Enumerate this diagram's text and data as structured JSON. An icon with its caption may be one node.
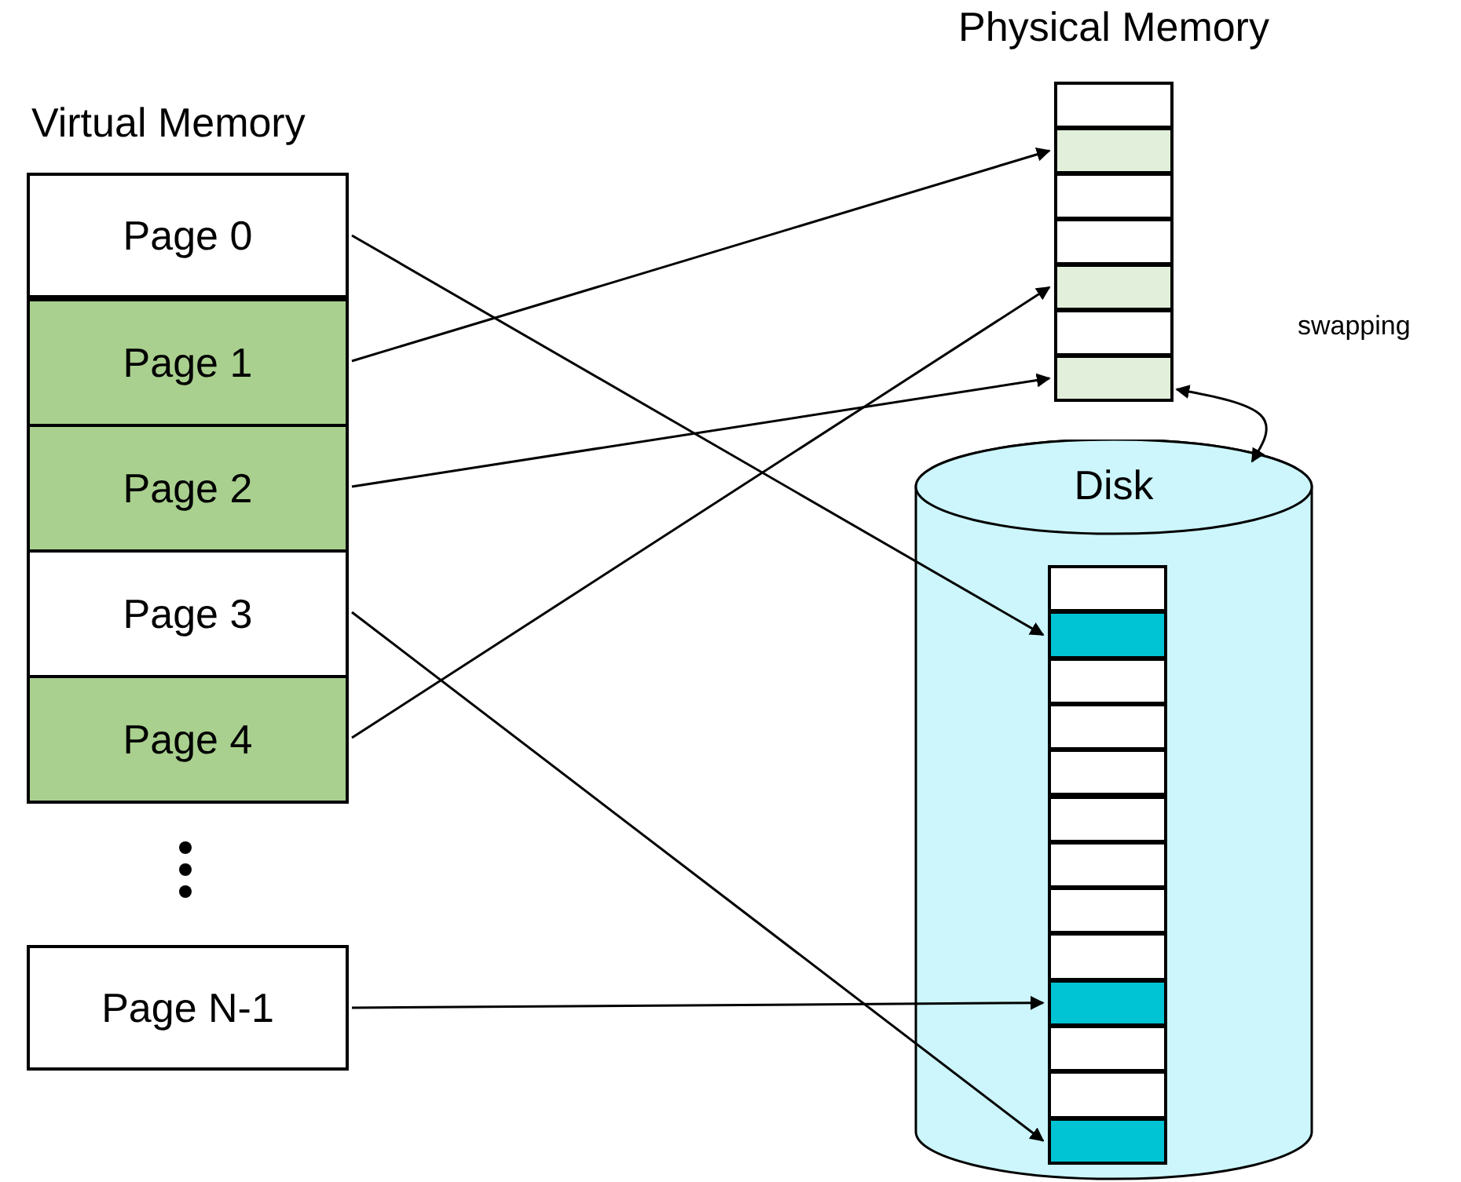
{
  "diagram": {
    "nodes": [
      {
        "text": [
          "Page 0"
        ]
      },
      {
        "text": [
          "Page 1"
        ]
      },
      {
        "text": [
          "Page 2"
        ]
      },
      {
        "text": [
          "Page 3"
        ]
      },
      {
        "text": [
          "Page 4"
        ]
      },
      {
        "text": [
          "Page N-1"
        ]
      },
      {
        "text": [
          "Physical Memory"
        ]
      },
      {
        "text": [],
        "shape": "box",
        "in": 6
      },
      {
        "text": [],
        "shape": "box",
        "in": 6
      },
      {
        "text": [],
        "shape": "box",
        "in": 6
      },
      {
        "text": [],
        "shape": "box",
        "in": 6
      },
      {
        "text": [],
        "shape": "box",
        "in": 6
      },
      {
        "text": [],
        "shape": "box",
        "in": 6
      },
      {
        "text": [],
        "shape": "box",
        "in": 6
      },
      {
        "text": [
          "Disk"
        ]
      },
      {
        "text": [],
        "shape": "box",
        "in": 14
      },
      {
        "text": [],
        "shape": "box",
        "in": 14
      },
      {
        "text": [],
        "shape": "box",
        "in": 14
      },
      {
        "text": [],
        "shape": "box",
        "in": 14
      },
      {
        "text": [],
        "shape": "box",
        "in": 14
      },
      {
        "text": [],
        "shape": "box",
        "in": 14
      },
      {
        "text": [],
        "shape": "box",
        "in": 14
      },
      {
        "text": [],
        "shape": "box",
        "in": 14
      },
      {
        "text": [],
        "shape": "box",
        "in": 14
      },
      {
        "text": [],
        "shape": "box",
        "in": 14
      },
      {
        "text": [],
        "shape": "box",
        "in": 14
      },
      {
        "text": [],
        "shape": "box",
        "in": 14
      },
      {
        "text": [],
        "shape": "box",
        "in": 14
      }
    ],
    "edges": [
      {
        "from": 0,
        "to": 16,
        "arrow": "to"
      },
      {
        "from": 1,
        "to": 8,
        "arrow": "to"
      },
      {
        "from": 2,
        "to": 13,
        "arrow": "to"
      },
      {
        "from": 3,
        "to": 27,
        "arrow": "to"
      },
      {
        "from": 4,
        "to": 11,
        "arrow": "to"
      },
      {
        "from": 5,
        "to": 24,
        "arrow": "to"
      },
      {
        "from": 6,
        "to": 14,
        "arrow": "both",
        "label": "swapping"
      }
    ],
    "labels": [
      "Virtual Memory"
    ]
  }
}
